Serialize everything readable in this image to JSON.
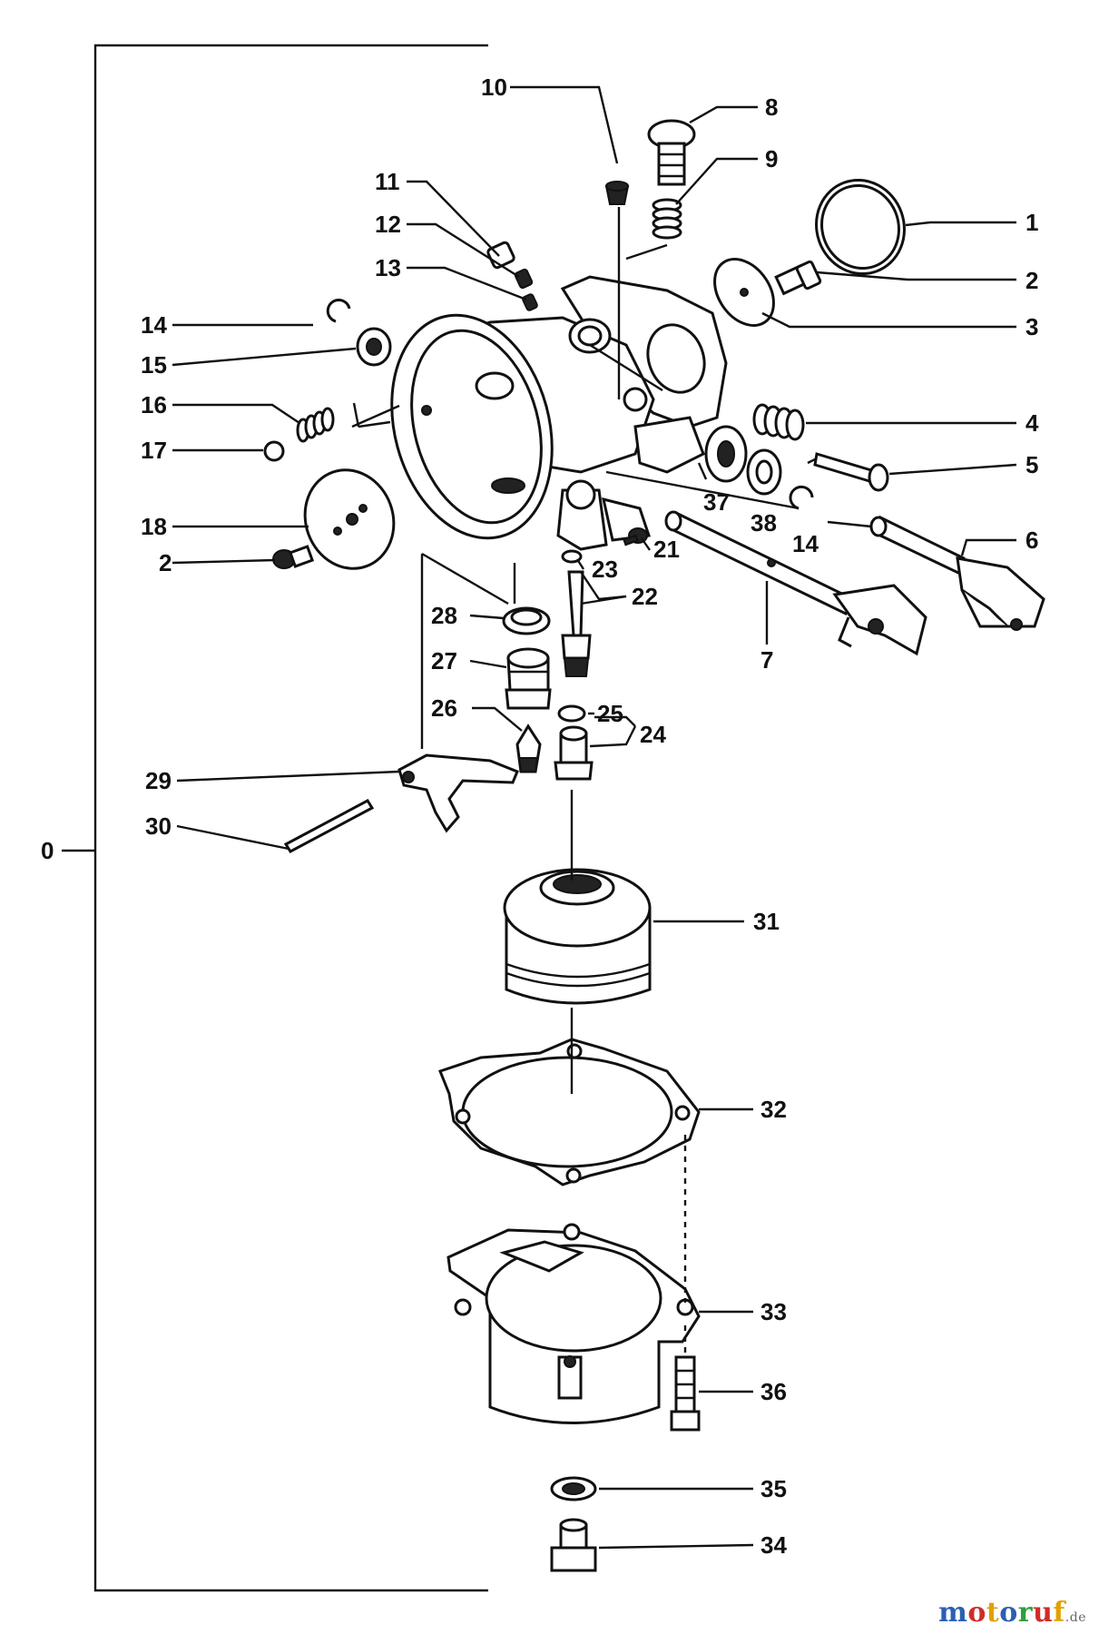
{
  "parts": {
    "p0": "0",
    "p1": "1",
    "p2": "2",
    "p3": "3",
    "p4": "4",
    "p5": "5",
    "p6": "6",
    "p7": "7",
    "p8": "8",
    "p9": "9",
    "p10": "10",
    "p11": "11",
    "p12": "12",
    "p13": "13",
    "p14": "14",
    "p15": "15",
    "p16": "16",
    "p17": "17",
    "p18": "18",
    "p21": "21",
    "p22": "22",
    "p23": "23",
    "p24": "24",
    "p25": "25",
    "p26": "26",
    "p27": "27",
    "p28": "28",
    "p29": "29",
    "p30": "30",
    "p31": "31",
    "p32": "32",
    "p33": "33",
    "p34": "34",
    "p35": "35",
    "p36": "36",
    "p37": "37",
    "p38": "38"
  },
  "watermark": {
    "letters": [
      "m",
      "o",
      "t",
      "o",
      "r",
      "u",
      "f"
    ],
    "letter_colors": [
      "#2b5fb4",
      "#d12b2b",
      "#e0a100",
      "#2b5fb4",
      "#2f9e3b",
      "#d12b2b",
      "#e0a100"
    ],
    "domain": ".de"
  }
}
